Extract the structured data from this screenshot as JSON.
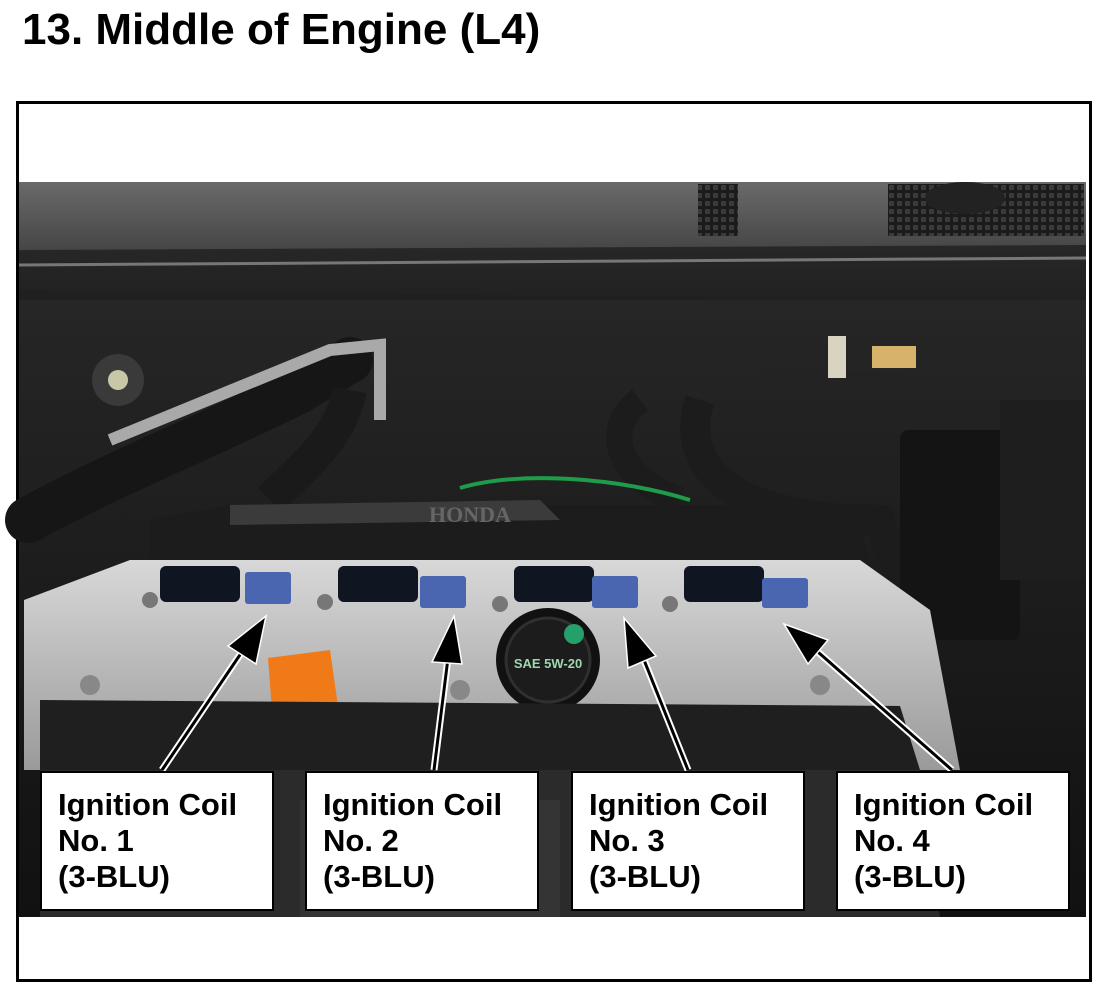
{
  "page": {
    "title": "13.  Middle of Engine (L4)"
  },
  "photo": {
    "engine_cover_text": "HONDA",
    "oil_cap_text": "SAE 5W-20",
    "colors": {
      "coil_connector": "#4a66b0",
      "oil_fill_cap_clip": "#f07a18",
      "ground_wire": "#1e9c4a"
    }
  },
  "callouts": [
    {
      "line1": "Ignition Coil",
      "line2": "No. 1",
      "line3": "(3-BLU)"
    },
    {
      "line1": "Ignition Coil",
      "line2": "No. 2",
      "line3": "(3-BLU)"
    },
    {
      "line1": "Ignition Coil",
      "line2": "No. 3",
      "line3": "(3-BLU)"
    },
    {
      "line1": "Ignition Coil",
      "line2": "No. 4",
      "line3": "(3-BLU)"
    }
  ]
}
